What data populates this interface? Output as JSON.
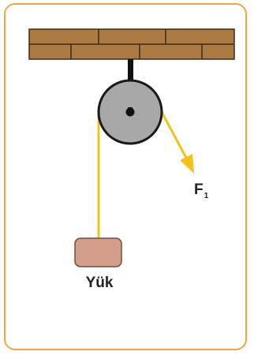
{
  "diagram": {
    "force_label": "F",
    "force_subscript": "1",
    "load_label": "Yük"
  },
  "colors": {
    "frame": "#f3a640",
    "brick_fill": "#ab7b41",
    "brick_mortar": "#3a2a18",
    "rope": "#f2c21a",
    "pulley_fill": "#a8a8a8",
    "pulley_stroke": "#1a1a1a",
    "arrow": "#f2c21a",
    "load_fill": "#d39f8a",
    "load_stroke": "#6b4f45"
  }
}
